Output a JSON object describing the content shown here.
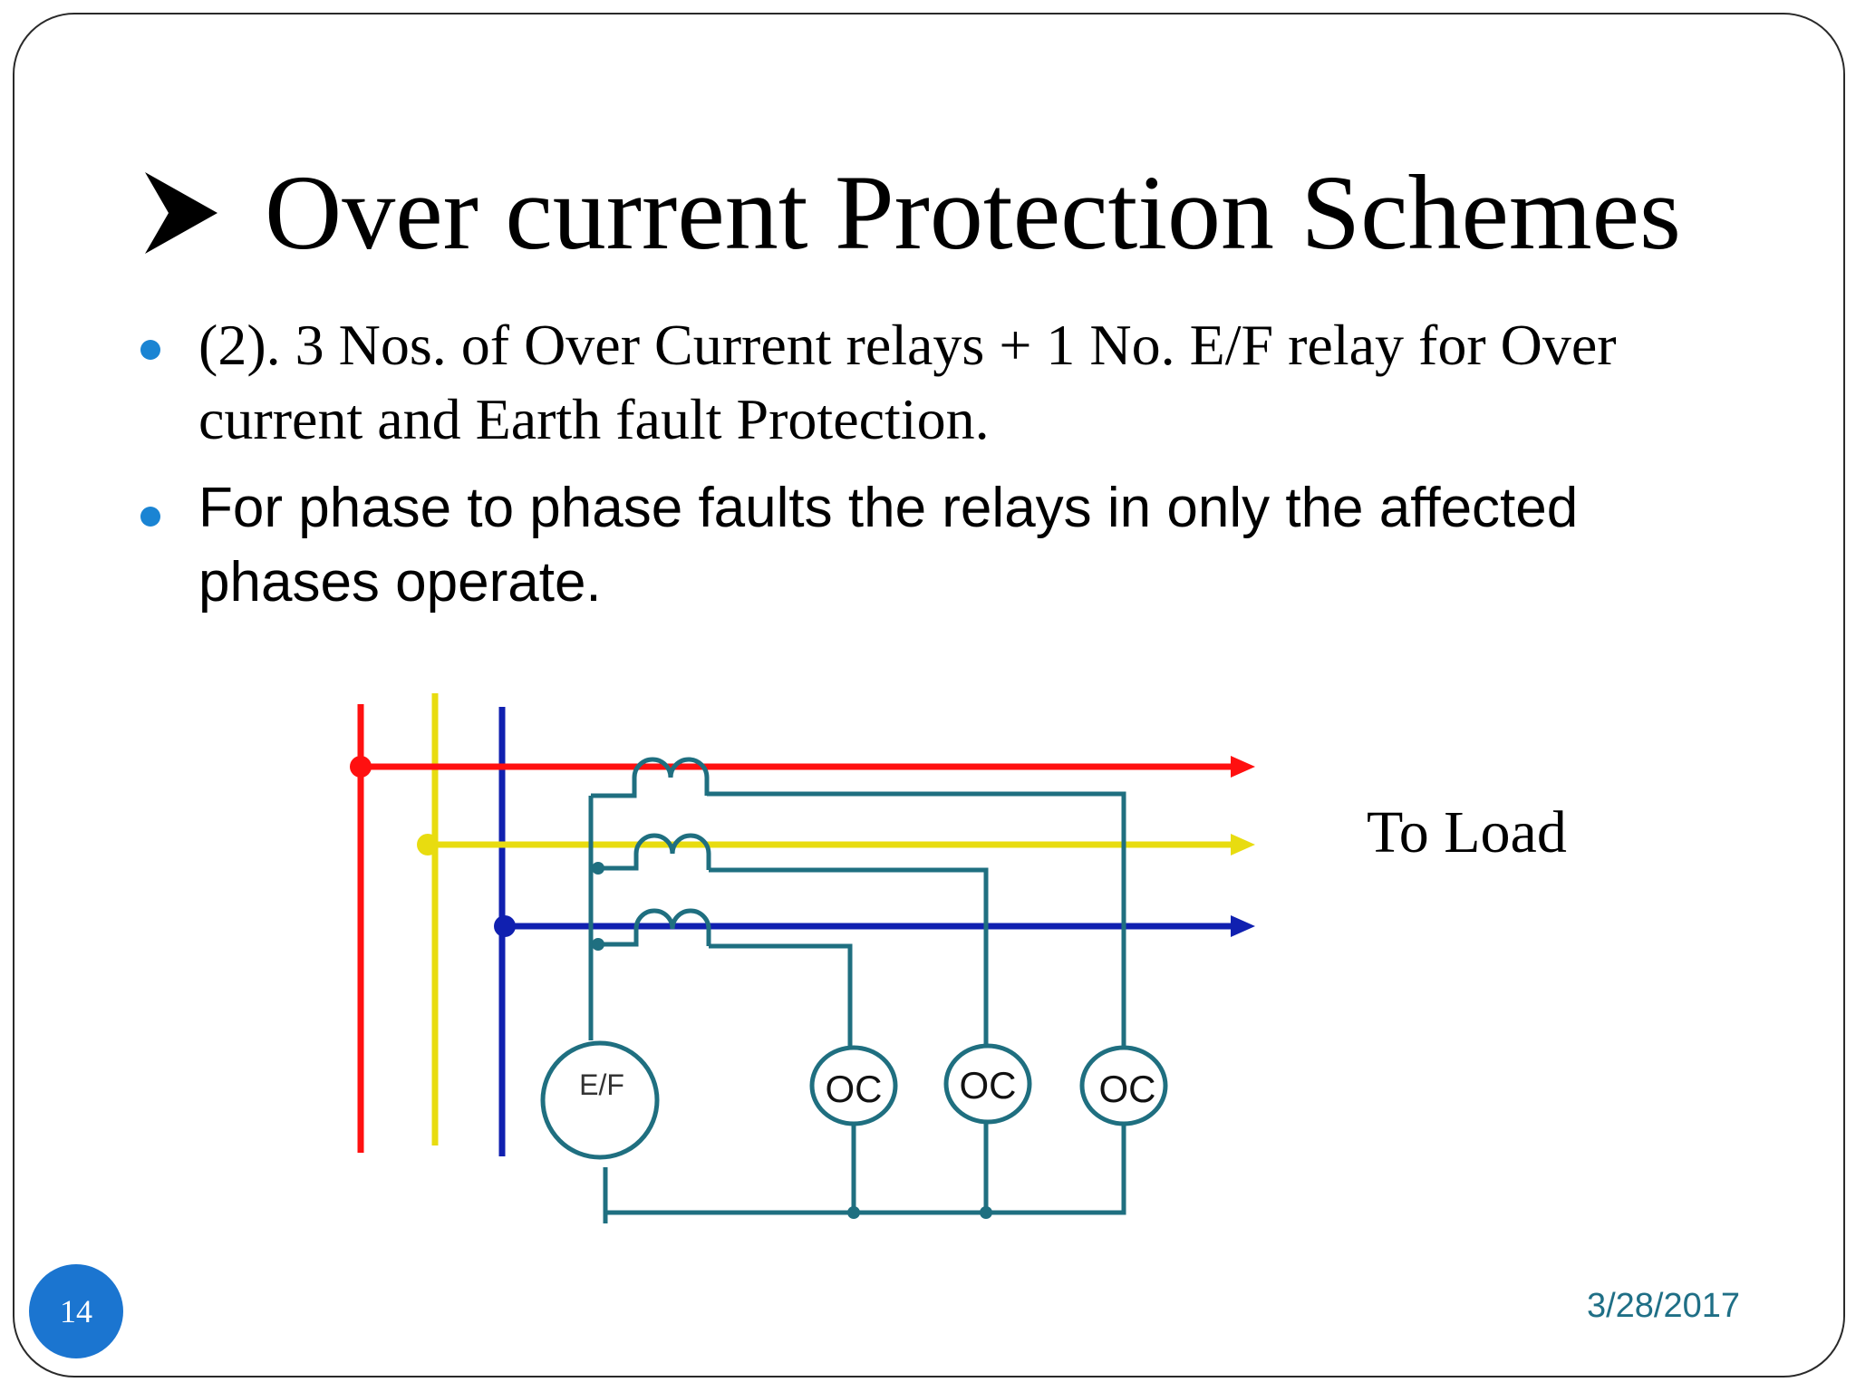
{
  "slide": {
    "title": "Over current Protection Schemes",
    "bullets": [
      {
        "text": "(2). 3 Nos. of Over Current relays + 1 No. E/F relay for Over current and Earth fault Protection."
      },
      {
        "text": "For phase to phase faults the relays in only the affected phases operate."
      }
    ],
    "page_number": "14",
    "date": "3/28/2017"
  },
  "diagram": {
    "load_label": "To Load",
    "ef_relay_label": "E/F",
    "oc_relay_labels": [
      "OC",
      "OC",
      "OC"
    ],
    "phase_colors": {
      "red": "#ff1010",
      "yellow": "#e8dc10",
      "blue": "#1020b0"
    },
    "wire_color": "#1f6f80"
  },
  "colors": {
    "bullet": "#1a84d3",
    "page_badge": "#1b75d0",
    "date_text": "#1f6f86"
  }
}
